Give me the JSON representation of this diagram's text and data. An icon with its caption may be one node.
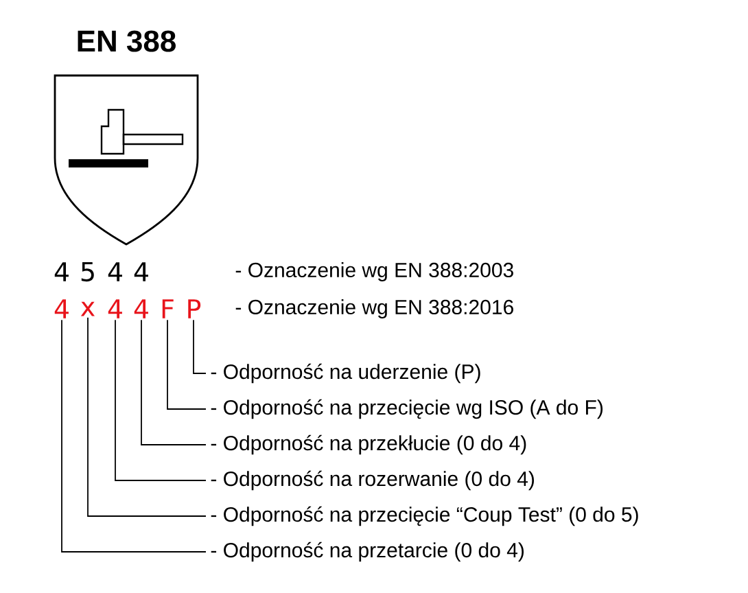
{
  "diagram": {
    "title": "EN 388",
    "nodes": [
      {
        "text": [
          "4"
        ]
      },
      {
        "text": [
          "x"
        ]
      },
      {
        "text": [
          "4"
        ]
      },
      {
        "text": [
          "4"
        ]
      },
      {
        "text": [
          "F"
        ]
      },
      {
        "text": [
          "P"
        ]
      },
      {
        "text": [
          "- Odporność na uderzenie (P)"
        ]
      },
      {
        "text": [
          "- Odporność na przecięcie wg ISO (A do F)"
        ]
      },
      {
        "text": [
          "- Odporność na przekłucie (0 do 4)"
        ]
      },
      {
        "text": [
          "- Odporność na rozerwanie (0 do 4)"
        ]
      },
      {
        "text": [
          "- Odporność na przecięcie “Coup Test” (0 do 5)"
        ]
      },
      {
        "text": [
          "- Odporność na przetarcie (0 do 4)"
        ]
      }
    ],
    "edges": [
      {
        "from": 5,
        "to": 6,
        "arrow": "none"
      },
      {
        "from": 4,
        "to": 7,
        "arrow": "none"
      },
      {
        "from": 3,
        "to": 8,
        "arrow": "none"
      },
      {
        "from": 2,
        "to": 9,
        "arrow": "none"
      },
      {
        "from": 1,
        "to": 10,
        "arrow": "none"
      },
      {
        "from": 0,
        "to": 11,
        "arrow": "none"
      }
    ],
    "labels": [
      "4",
      "5",
      "4",
      "4",
      "- Oznaczenie wg EN 388:2003",
      "- Oznaczenie wg EN 388:2016"
    ]
  }
}
